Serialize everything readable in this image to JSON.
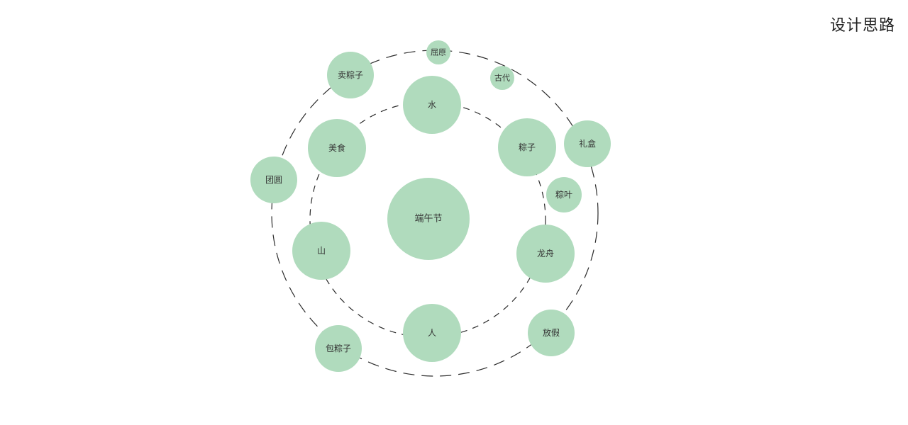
{
  "page": {
    "title": "设计思路"
  },
  "diagram": {
    "center": {
      "label": "端午节"
    },
    "inner_ring": [
      "水",
      "粽子",
      "龙舟",
      "人",
      "山",
      "美食"
    ],
    "outer_ring": [
      "屈原",
      "古代",
      "礼盒",
      "粽叶",
      "放假",
      "包粽子",
      "团圆",
      "卖粽子"
    ],
    "colors": {
      "node_fill": "#b0dbbd",
      "ring_stroke": "#2b2b2b",
      "label": "#333333"
    }
  }
}
